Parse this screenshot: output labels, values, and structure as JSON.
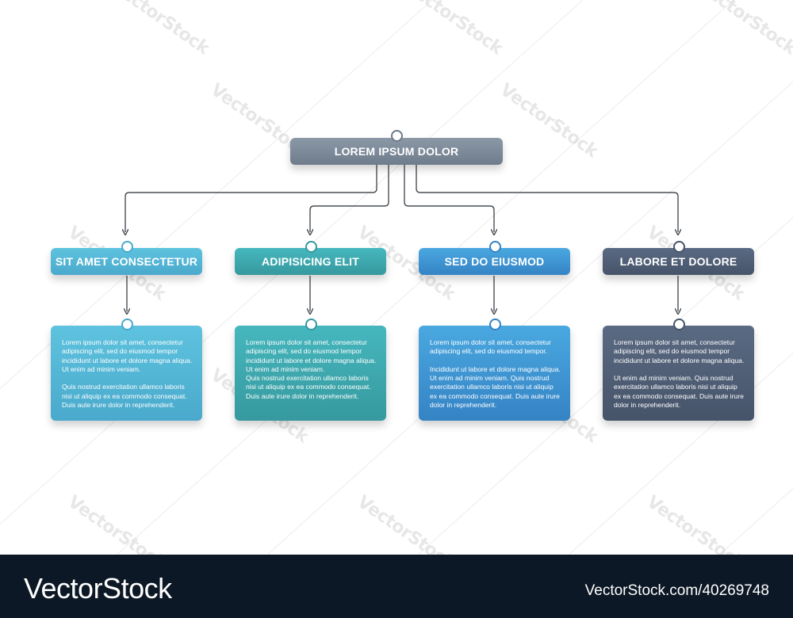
{
  "diagram": {
    "root": {
      "label": "LOREM IPSUM DOLOR"
    },
    "branches": [
      {
        "label": "SIT AMET CONSECTETUR",
        "text": "Lorem ipsum dolor sit amet, consectetur\nadipiscing elit, sed do eiusmod tempor\nincididunt ut labore et dolore magna aliqua.\nUt enim ad minim veniam.\n\nQuis nostrud exercitation ullamco laboris\nnisi ut aliquip ex ea commodo consequat.\nDuis aute irure dolor in reprehenderit.",
        "color_top": "#5ec3df",
        "color_bottom": "#4aa9cc"
      },
      {
        "label": "ADIPISICING ELIT",
        "text": "Lorem ipsum dolor sit amet, consectetur\nadipiscing elit, sed do eiusmod tempor\nincididunt ut labore et dolore magna aliqua.\nUt enim ad minim veniam.\nQuis nostrud exercitation ullamco laboris\nnisi ut aliquip ex ea commodo consequat.\nDuis aute irure dolor in reprehenderit.",
        "color_top": "#46b7be",
        "color_bottom": "#36999f"
      },
      {
        "label": "SED DO EIUSMOD",
        "text": "Lorem ipsum dolor sit amet, consectetur\nadipiscing elit, sed do eiusmod tempor.\n\nIncididunt ut labore et dolore magna aliqua.\nUt enim ad minim veniam. Quis nostrud\nexercitation ullamco laboris nisi ut aliquip\nex ea commodo consequat. Duis aute irure\ndolor in reprehenderit.",
        "color_top": "#4aa8e0",
        "color_bottom": "#3583c4"
      },
      {
        "label": "LABORE ET DOLORE",
        "text": "Lorem ipsum dolor sit amet, consectetur\nadipiscing elit, sed do eiusmod tempor\nincididunt ut labore et dolore magna aliqua.\n\nUt enim ad minim veniam. Quis nostrud\nexercitation ullamco laboris nisi ut aliquip\nex ea commodo consequat. Duis aute irure\ndolor in reprehenderit.",
        "color_top": "#5a6a82",
        "color_bottom": "#46546a"
      }
    ],
    "connector_color": "#4a4f55"
  },
  "watermark": {
    "text": "VectorStock"
  },
  "footer": {
    "brand": "VectorStock",
    "image_id": "VectorStock.com/40269748"
  }
}
